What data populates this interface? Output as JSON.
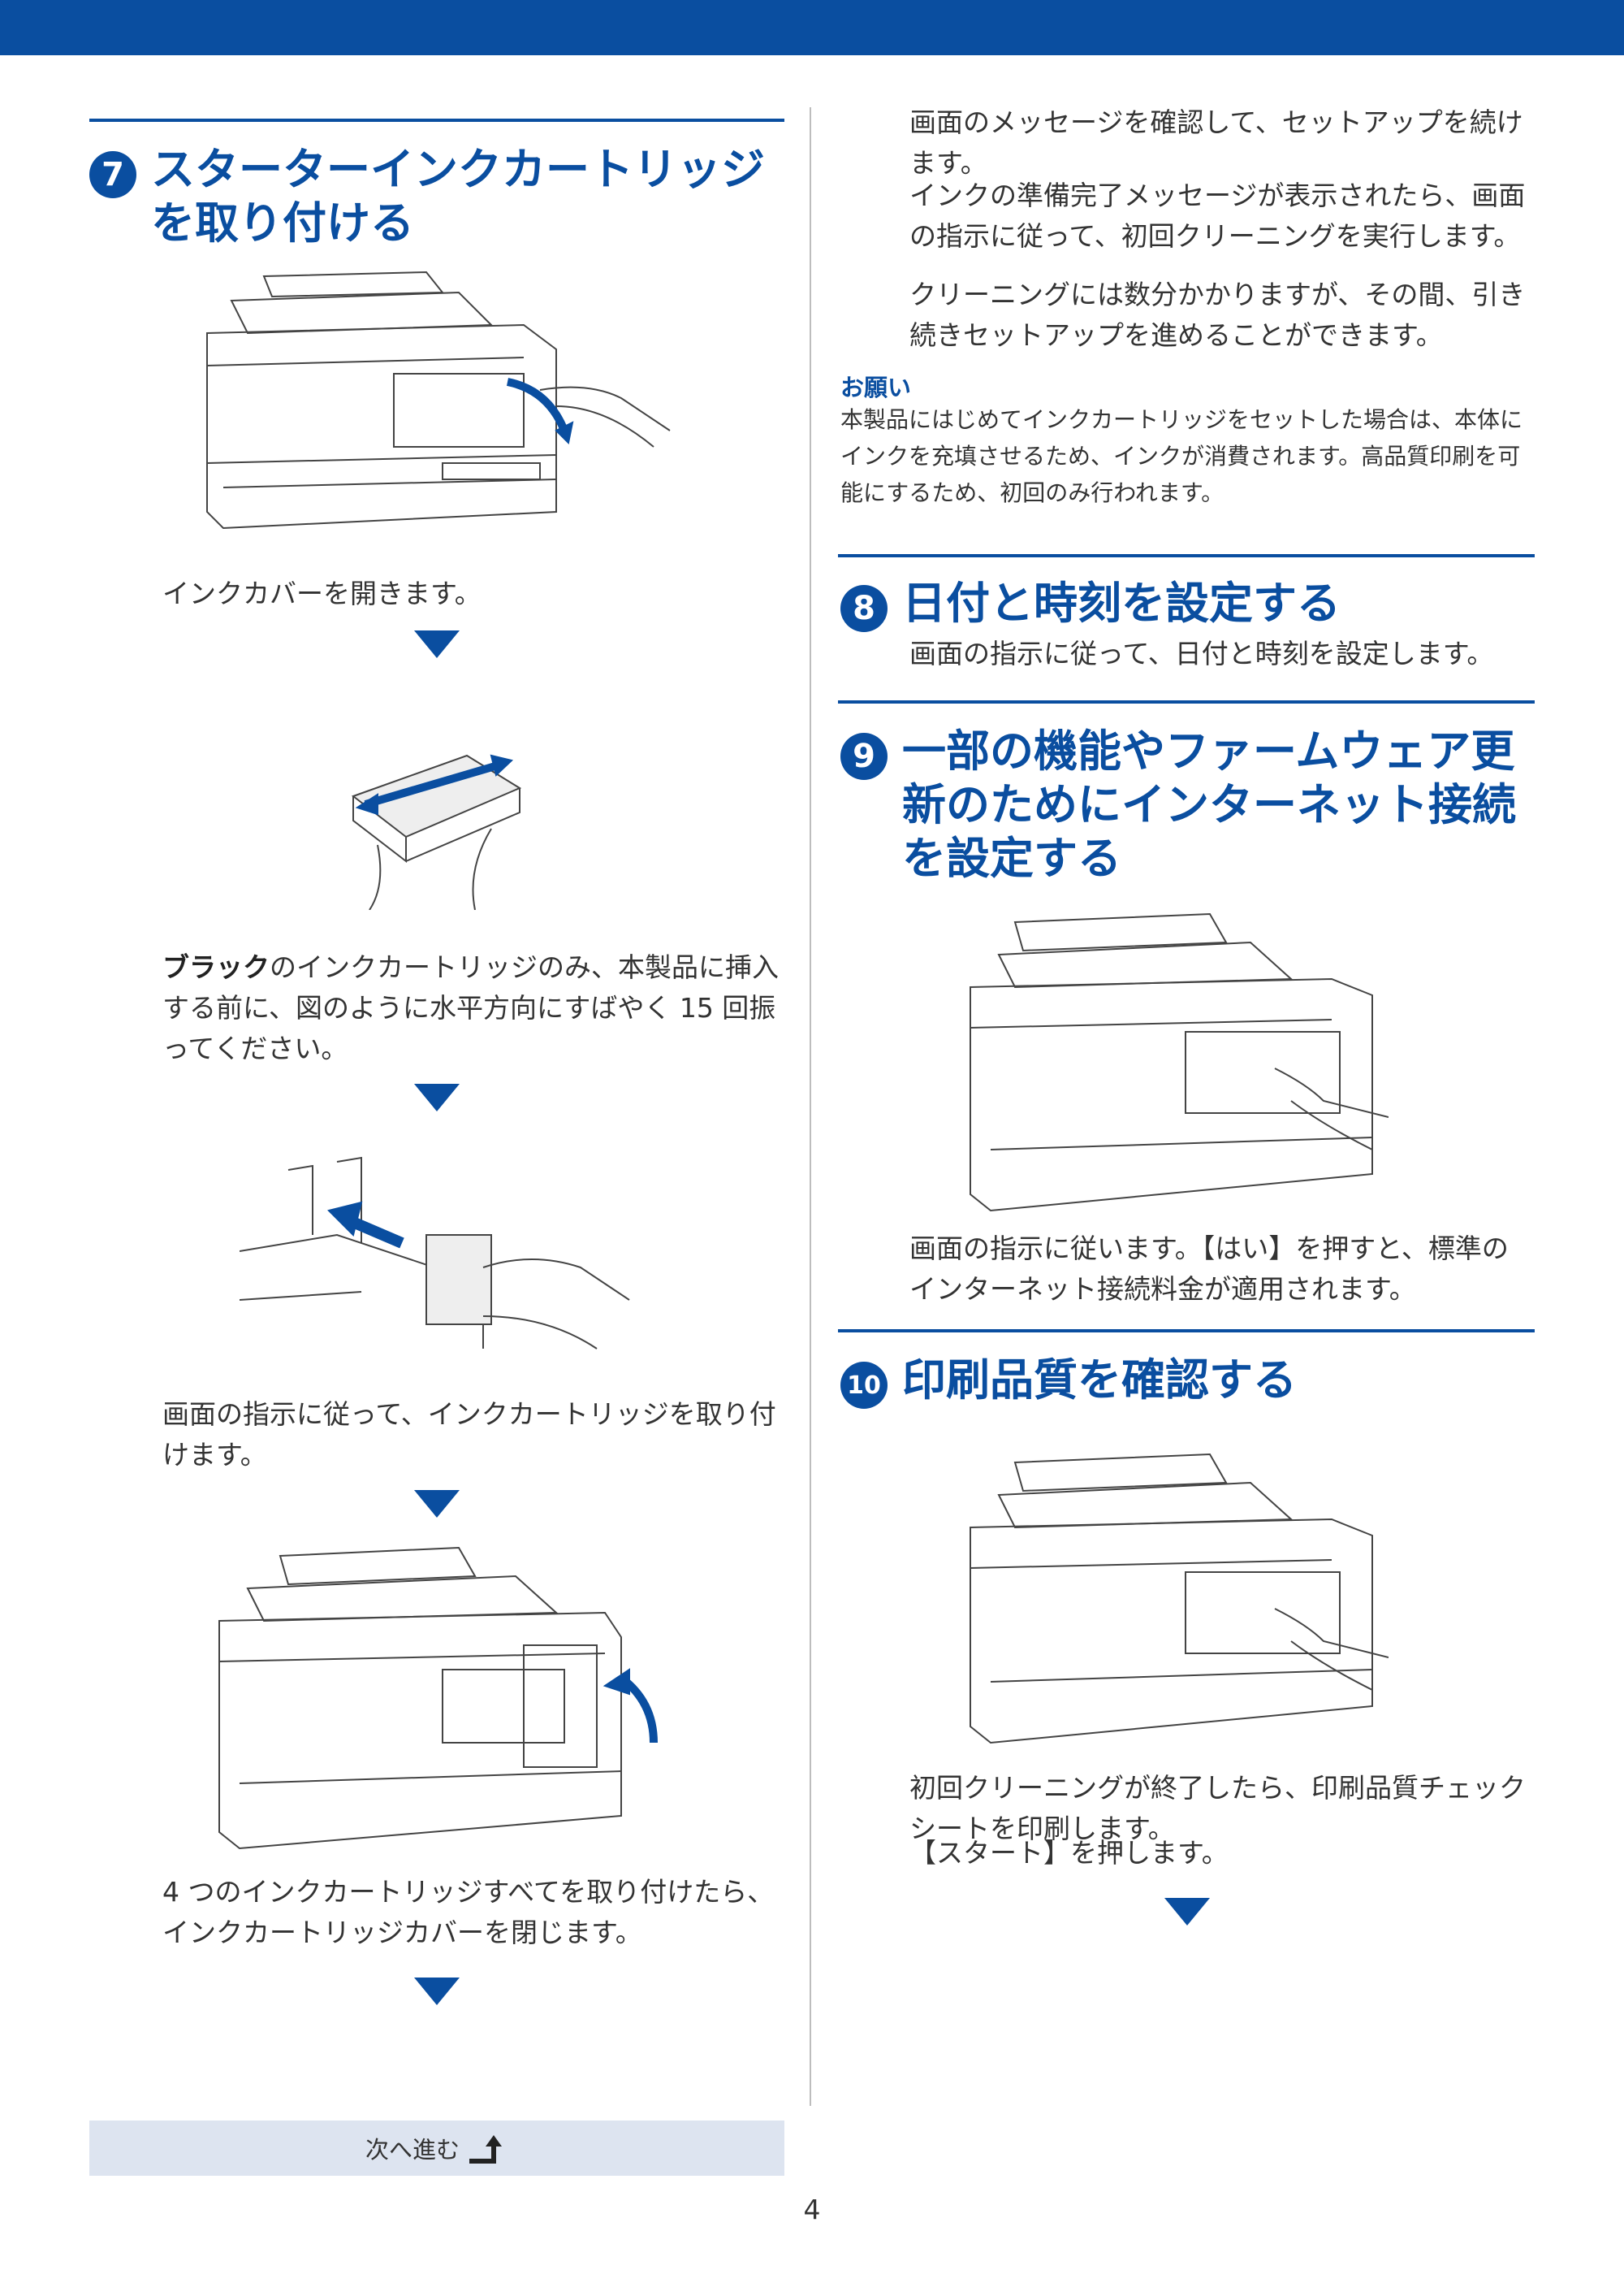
{
  "step7": {
    "number": "7",
    "title": "スターターインクカートリッジを取り付ける",
    "open_cover": "インクカバーを開きます。",
    "shake_bold": "ブラック",
    "shake_text": "のインクカートリッジのみ、本製品に挿入する前に、図のように水平方向にすばやく 15 回振ってください。",
    "install": "画面の指示に従って、インクカートリッジを取り付けます。",
    "close_cover": "4 つのインクカートリッジすべてを取り付けたら、インクカートリッジカバーを閉じます。",
    "continue": "画面のメッセージを確認して、セットアップを続けます。",
    "ink_ready": "インクの準備完了メッセージが表示されたら、画面の指示に従って、初回クリーニングを実行します。",
    "cleaning": "クリーニングには数分かかりますが、その間、引き続きセットアップを進めることができます。",
    "note_label": "お願い",
    "note_text": "本製品にはじめてインクカートリッジをセットした場合は、本体にインクを充填させるため、インクが消費されます。高品質印刷を可能にするため、初回のみ行われます。"
  },
  "step8": {
    "number": "8",
    "title": "日付と時刻を設定する",
    "text": "画面の指示に従って、日付と時刻を設定します。"
  },
  "step9": {
    "number": "9",
    "title": "一部の機能やファームウェア更新のためにインターネット接続を設定する",
    "text": "画面の指示に従います。【はい】を押すと、標準のインターネット接続料金が適用されます。"
  },
  "step10": {
    "number": "10",
    "title": "印刷品質を確認する",
    "text_1": "初回クリーニングが終了したら、印刷品質チェックシートを印刷します。",
    "text_2": "【スタート】を押します。"
  },
  "footer": {
    "next": "次へ進む",
    "page": "4"
  }
}
